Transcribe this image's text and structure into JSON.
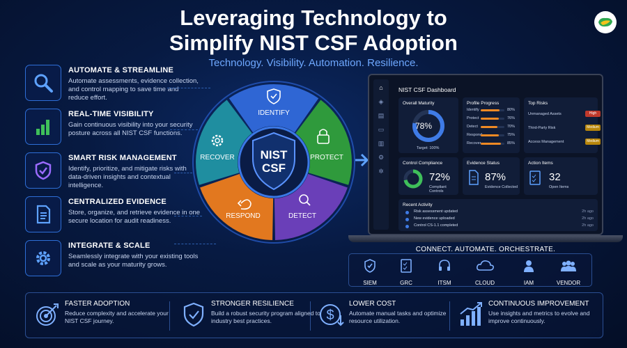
{
  "header": {
    "title_line1": "Leveraging Technology to",
    "title_line2": "Simplify NIST CSF Adoption",
    "subtitle": "Technology. Visibility. Automation. Resilience."
  },
  "features": [
    {
      "title": "AUTOMATE & STREAMLINE",
      "desc": "Automate assessments, evidence collection, and control mapping to save time and reduce effort.",
      "icon": "magnifier-icon"
    },
    {
      "title": "REAL-TIME VISIBILITY",
      "desc": "Gain continuous visibility into your security posture across all NIST CSF functions.",
      "icon": "bar-chart-icon"
    },
    {
      "title": "SMART RISK MANAGEMENT",
      "desc": "Identify, prioritize, and mitigate risks with data-driven insights and contextual intelligence.",
      "icon": "shield-check-icon"
    },
    {
      "title": "CENTRALIZED EVIDENCE",
      "desc": "Store, organize, and retrieve evidence in one secure location for audit readiness.",
      "icon": "document-icon"
    },
    {
      "title": "INTEGRATE & SCALE",
      "desc": "Seamlessly integrate with your existing tools and scale as your maturity grows.",
      "icon": "gear-icon"
    }
  ],
  "wheel": {
    "center_line1": "NIST",
    "center_line2": "CSF",
    "segments": [
      {
        "label": "IDENTIFY",
        "color": "#2f66d4"
      },
      {
        "label": "PROTECT",
        "color": "#2f9a3c"
      },
      {
        "label": "DETECT",
        "color": "#6a3fb8"
      },
      {
        "label": "RESPOND",
        "color": "#e2781f"
      },
      {
        "label": "RECOVER",
        "color": "#1f8ea0"
      }
    ]
  },
  "dashboard": {
    "title": "NIST CSF Dashboard",
    "maturity": {
      "title": "Overall Maturity",
      "value": "78%",
      "target": "Target: 100%",
      "level": 0.78
    },
    "profile": {
      "title": "Profile Progress",
      "rows": [
        {
          "label": "Identify",
          "pct": "80%",
          "value": 0.8
        },
        {
          "label": "Protect",
          "pct": "76%",
          "value": 0.76
        },
        {
          "label": "Detect",
          "pct": "70%",
          "value": 0.7
        },
        {
          "label": "Respond",
          "pct": "75%",
          "value": 0.75
        },
        {
          "label": "Recover",
          "pct": "85%",
          "value": 0.85
        }
      ]
    },
    "risks": {
      "title": "Top Risks",
      "rows": [
        {
          "label": "Unmanaged Assets",
          "level": "High",
          "color": "#c0392b"
        },
        {
          "label": "Third-Party Risk",
          "level": "Medium",
          "color": "#b8860b"
        },
        {
          "label": "Access Management",
          "level": "Medium",
          "color": "#b8860b"
        }
      ]
    },
    "compliance": {
      "title": "Control Compliance",
      "value": "72%",
      "caption": "Compliant Controls",
      "level": 0.72
    },
    "evidence": {
      "title": "Evidence Status",
      "value": "87%",
      "caption": "Evidence Collected"
    },
    "actions": {
      "title": "Action Items",
      "value": "32",
      "caption": "Open Items"
    },
    "activity": {
      "title": "Recent Activity",
      "rows": [
        {
          "text": "Risk assessment updated",
          "time": "2h ago"
        },
        {
          "text": "New evidence uploaded",
          "time": "2h ago"
        },
        {
          "text": "Control CS-1.1 completed",
          "time": "2h ago"
        }
      ]
    }
  },
  "integrations": {
    "title": "CONNECT. AUTOMATE. ORCHESTRATE.",
    "items": [
      {
        "label": "SIEM",
        "icon": "shield-check-icon"
      },
      {
        "label": "GRC",
        "icon": "checklist-icon"
      },
      {
        "label": "ITSM",
        "icon": "headset-icon"
      },
      {
        "label": "CLOUD",
        "icon": "cloud-icon"
      },
      {
        "label": "IAM",
        "icon": "user-icon"
      },
      {
        "label": "VENDOR",
        "icon": "users-icon"
      }
    ]
  },
  "benefits": [
    {
      "title": "FASTER ADOPTION",
      "desc": "Reduce complexity and accelerate your NIST CSF journey.",
      "icon": "target-icon"
    },
    {
      "title": "STRONGER RESILIENCE",
      "desc": "Build a robust security program aligned to industry best practices.",
      "icon": "shield-check-icon"
    },
    {
      "title": "LOWER COST",
      "desc": "Automate manual tasks and optimize resource utilization.",
      "icon": "dollar-down-icon"
    },
    {
      "title": "CONTINUOUS IMPROVEMENT",
      "desc": "Use insights and metrics to evolve and improve continuously.",
      "icon": "growth-chart-icon"
    }
  ]
}
